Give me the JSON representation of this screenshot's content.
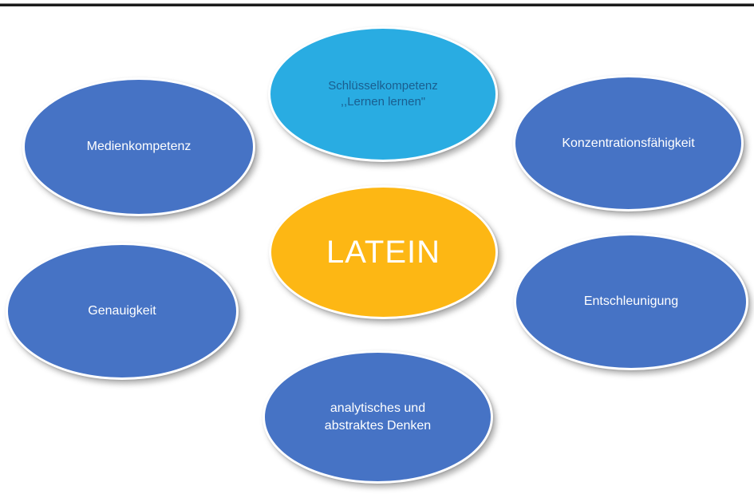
{
  "page": {
    "background_color": "#FFFFFF",
    "top_rule_color": "#1B1B1B"
  },
  "colors": {
    "satellite_blue": "#4673C5",
    "highlight_cyan": "#29ACE2",
    "center_gold": "#FDB714",
    "cyan_text": "#1A5E8F",
    "light_text": "#FFFFFF"
  },
  "nodes": [
    {
      "id": "schluesselkompetenz",
      "label": "Schlüsselkompetenz ,,Lernen lernen\"",
      "fill": "#29ACE2",
      "text_color": "#1A5E8F"
    },
    {
      "id": "medienkompetenz",
      "label": "Medienkompetenz",
      "fill": "#4673C5",
      "text_color": "#FFFFFF"
    },
    {
      "id": "konzentration",
      "label": "Konzentrationsfähigkeit",
      "fill": "#4673C5",
      "text_color": "#FFFFFF"
    },
    {
      "id": "latein",
      "label": "LATEIN",
      "fill": "#FDB714",
      "text_color": "#FFFFFF"
    },
    {
      "id": "genauigkeit",
      "label": "Genauigkeit",
      "fill": "#4673C5",
      "text_color": "#FFFFFF"
    },
    {
      "id": "entschleunigung",
      "label": "Entschleunigung",
      "fill": "#4673C5",
      "text_color": "#FFFFFF"
    },
    {
      "id": "analytisch",
      "label": "analytisches und abstraktes Denken",
      "fill": "#4673C5",
      "text_color": "#FFFFFF"
    }
  ]
}
